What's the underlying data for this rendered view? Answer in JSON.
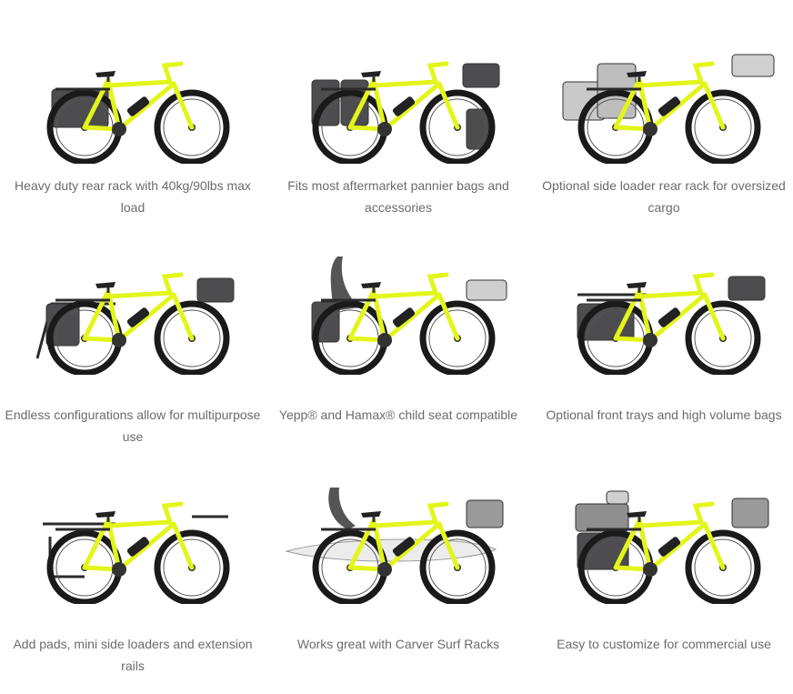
{
  "colors": {
    "frame": "#e3f51a",
    "frame_outline": "#8a9a0a",
    "tire": "#1a1a1a",
    "bag": "#4d4d4f",
    "rack": "#2b2b2b",
    "caption_text": "#6b6b6b"
  },
  "features": [
    {
      "caption": "Heavy duty rear rack with 40kg/90lbs max load",
      "accessory": "rear-bag"
    },
    {
      "caption": "Fits most aftermarket pannier bags and accessories",
      "accessory": "panniers-front-bag"
    },
    {
      "caption": "Optional side loader rear rack for oversized cargo",
      "accessory": "boxes"
    },
    {
      "caption": "Endless configurations allow for multipurpose use",
      "accessory": "side-loader-pannier"
    },
    {
      "caption": "Yepp® and Hamax® child seat compatible",
      "accessory": "child-seat"
    },
    {
      "caption": "Optional front trays and high volume bags",
      "accessory": "high-volume-bags"
    },
    {
      "caption": "Add pads, mini side loaders and extension rails",
      "accessory": "pads-rails"
    },
    {
      "caption": "Works great with Carver Surf Racks",
      "accessory": "surfboard"
    },
    {
      "caption": "Easy to customize for commercial use",
      "accessory": "delivery-boxes"
    }
  ]
}
